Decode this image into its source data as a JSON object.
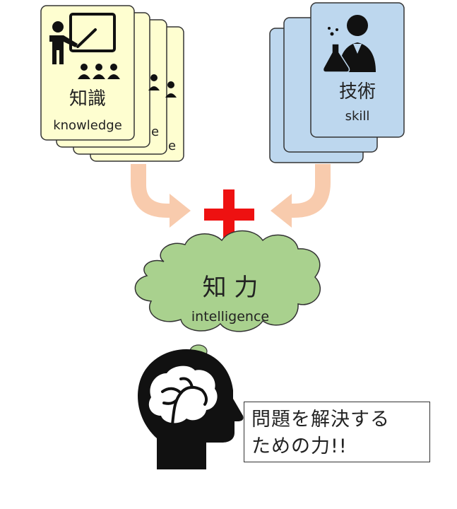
{
  "knowledge_card": {
    "title": "知識",
    "subtitle": "knowledge",
    "peek_letter": "e",
    "fill_color": "#fefed0",
    "icon": "teacher-presentation-icon"
  },
  "skill_card": {
    "title": "技術",
    "subtitle": "skill",
    "fill_color": "#bdd7ee",
    "icon": "scientist-icon"
  },
  "plus_sign": {
    "color": "#ee1111"
  },
  "arrows": {
    "color": "#f8cbad"
  },
  "cloud": {
    "title": "知 力",
    "subtitle": "intelligence",
    "fill_color": "#a9d18e"
  },
  "head": {
    "icon": "brain-head-icon"
  },
  "speech": {
    "line1": "問題を解決する",
    "line2": "ための力!!"
  }
}
